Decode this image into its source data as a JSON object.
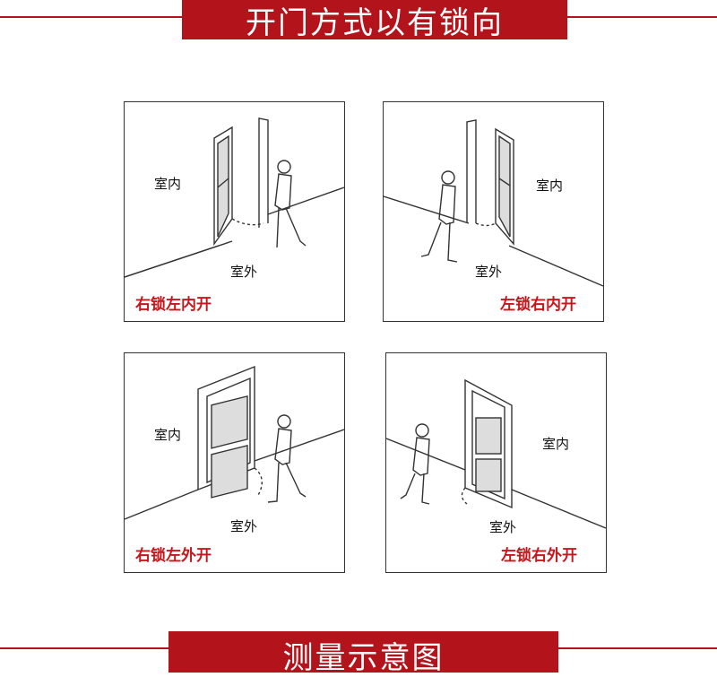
{
  "header": {
    "title": "开门方式以有锁向"
  },
  "panels": [
    {
      "indoor": "室内",
      "outdoor": "室外",
      "caption": "右锁左内开"
    },
    {
      "indoor": "室内",
      "outdoor": "室外",
      "caption": "左锁右内开"
    },
    {
      "indoor": "室内",
      "outdoor": "室外",
      "caption": "右锁左外开"
    },
    {
      "indoor": "室内",
      "outdoor": "室外",
      "caption": "左锁右外开"
    }
  ],
  "footer": {
    "title": "测量示意图"
  },
  "colors": {
    "accent": "#b3141b",
    "caption": "#c8161d",
    "line": "#333333"
  }
}
